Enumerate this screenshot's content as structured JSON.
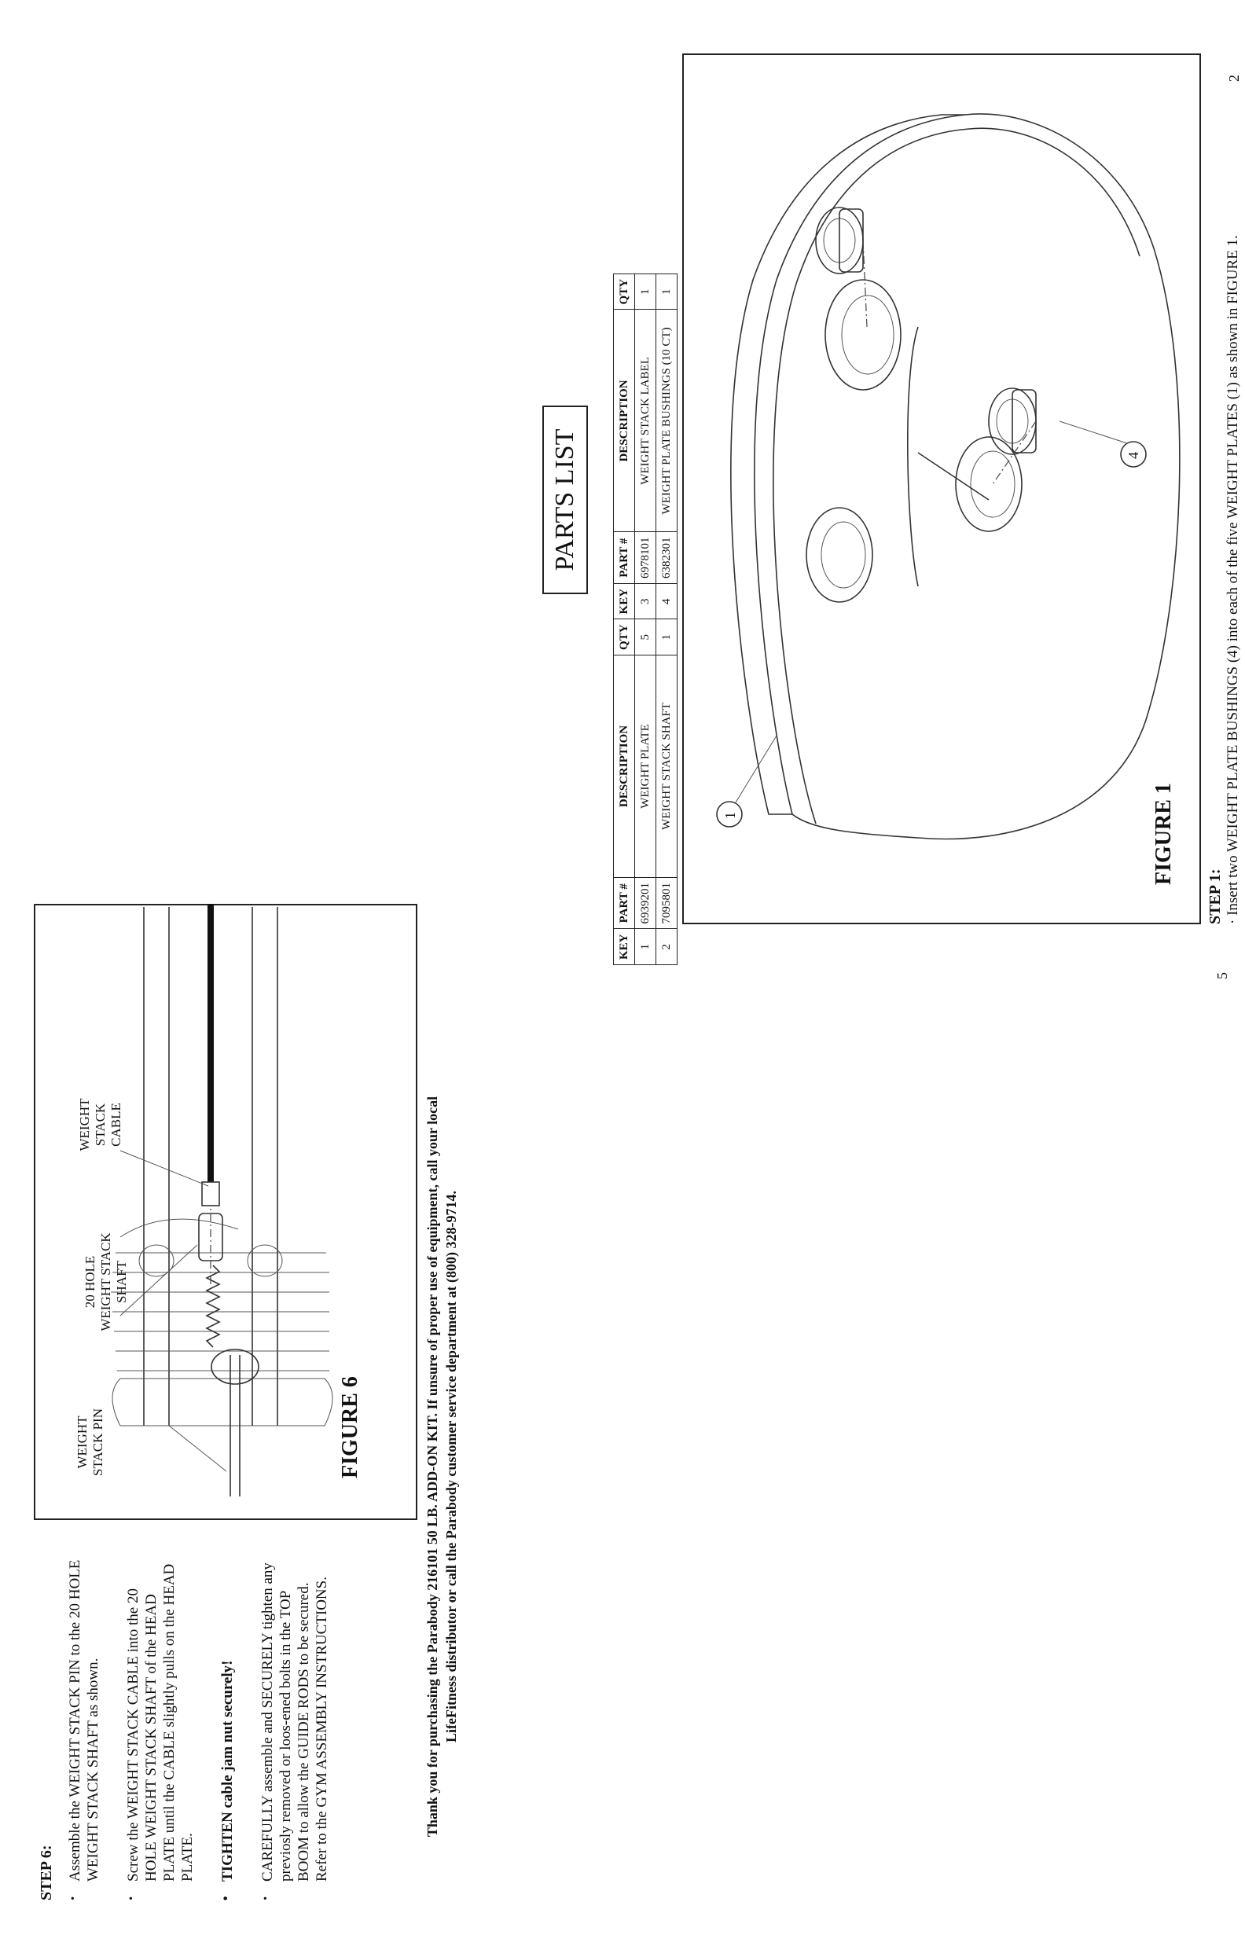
{
  "left_page": {
    "step_title": "STEP 6:",
    "bullets": [
      "Assemble the WEIGHT STACK PIN to the 20 HOLE WEIGHT STACK SHAFT as shown.",
      "Screw the WEIGHT STACK CABLE into the 20 HOLE WEIGHT STACK SHAFT of the HEAD PLATE until the CABLE slightly pulls on the HEAD PLATE.",
      "TIGHTEN cable jam nut securely!",
      "CAREFULLY assemble and SECURELY tighten any previosly removed or loos-ened bolts in the TOP BOOM to allow the GUIDE RODS to be secured. Refer to the GYM ASSEMBLY INSTRUCTIONS."
    ],
    "figure": {
      "caption": "FIGURE 6",
      "callouts": {
        "cable": "WEIGHT STACK CABLE",
        "shaft": "20 HOLE WEIGHT STACK SHAFT",
        "pin": "WEIGHT STACK PIN"
      }
    },
    "thanks_line1": "Thank you for purchasing the Parabody 216101 50 LB. ADD-ON KIT.  If unsure of proper use of equipment, call your local",
    "thanks_line2": "LifeFitness  distributor or call the Parabody customer service department at (800) 328-9714.",
    "page_number": "5"
  },
  "right_page": {
    "parts_title": "PARTS LIST",
    "table_headers": [
      "KEY",
      "PART #",
      "DESCRIPTION",
      "QTY"
    ],
    "parts_left": [
      {
        "key": "1",
        "part": "6939201",
        "desc": "WEIGHT PLATE",
        "qty": "5"
      },
      {
        "key": "2",
        "part": "7095801",
        "desc": "WEIGHT STACK SHAFT",
        "qty": "1"
      }
    ],
    "parts_right": [
      {
        "key": "3",
        "part": "6978101",
        "desc": "WEIGHT STACK LABEL",
        "qty": "1"
      },
      {
        "key": "4",
        "part": "6382301",
        "desc": "WEIGHT PLATE BUSHINGS (10 CT)",
        "qty": "1"
      }
    ],
    "figure": {
      "caption": "FIGURE 1",
      "callout_1": "1",
      "callout_4": "4"
    },
    "step_title": "STEP 1:",
    "step_text": "Insert two WEIGHT PLATE BUSHINGS (4) into each of the five WEIGHT PLATES (1) as shown in FIGURE 1.",
    "page_number": "2"
  }
}
